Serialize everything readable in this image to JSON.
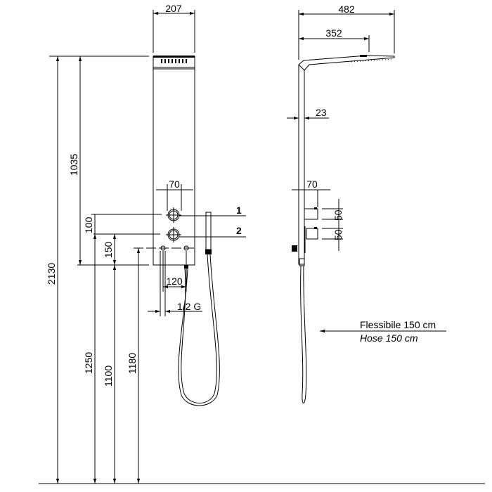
{
  "front_view": {
    "width": "207",
    "height_top": "1035",
    "total_height": "2130",
    "knob_spacing_h": "70",
    "knob_spacing_v": "100",
    "bottom_offset": "150",
    "height_1250": "1250",
    "height_1100": "1100",
    "height_1180": "1180",
    "inlet_spacing": "120",
    "inlet_thread": "1/2 G",
    "control_1": "1",
    "control_2": "2"
  },
  "side_view": {
    "depth_total": "482",
    "depth_head": "352",
    "column_depth": "23",
    "knob_projection": "70",
    "knob_height_1": "50",
    "knob_height_2": "50"
  },
  "hose_note": {
    "label_it": "Flessibile 150 cm",
    "label_en": "Hose 150 cm"
  },
  "colors": {
    "line": "#000000",
    "background": "#ffffff"
  }
}
